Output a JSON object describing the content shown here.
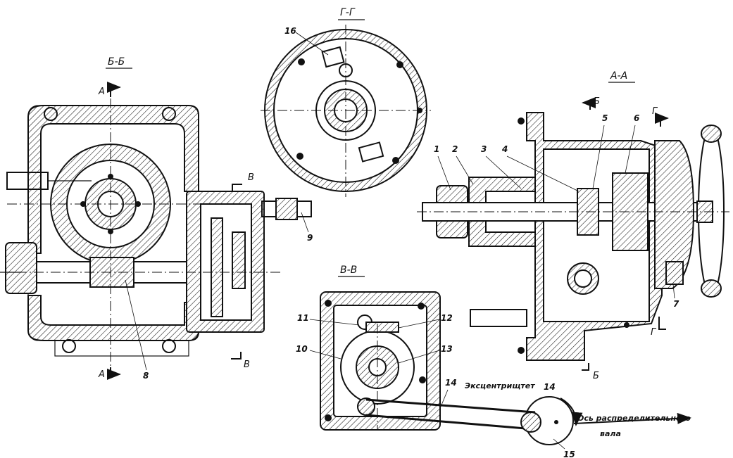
{
  "sections": {
    "bb": "Б-Б",
    "gg": "Г-Г",
    "aa": "А-А",
    "vv": "В-В"
  },
  "cut_marks": {
    "a_top": "А",
    "a_bottom": "А",
    "v_right": "В",
    "v_bottom": "В",
    "b_top": "Б",
    "g_top": "Г",
    "g_bottom": "Г",
    "b_bottom": "Б"
  },
  "callouts": {
    "n1": "1",
    "n2": "2",
    "n3": "3",
    "n4": "4",
    "n5": "5",
    "n6": "6",
    "n7": "7",
    "n8": "8",
    "n9": "9",
    "n10": "10",
    "n11": "11",
    "n12": "12",
    "n13": "13",
    "n14a": "14",
    "n14b": "14",
    "n15": "15",
    "n16": "16"
  },
  "notes": {
    "eccentric": "Эксцентрищтет",
    "axis_line1": "Ось распределительного",
    "axis_line2": "вала"
  }
}
